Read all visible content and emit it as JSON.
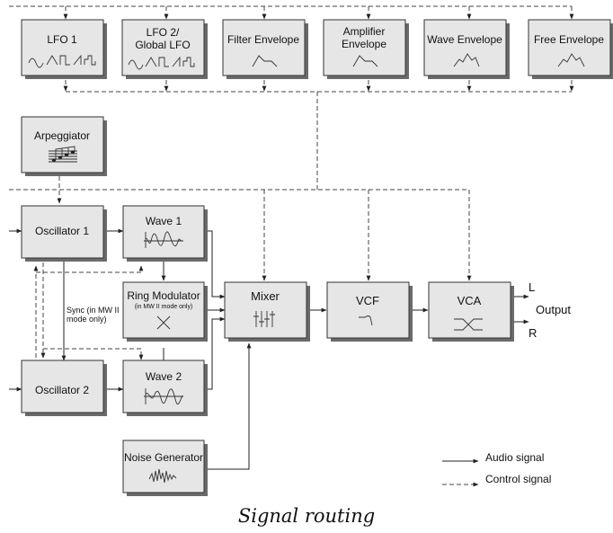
{
  "caption": "Signal routing",
  "modules": {
    "lfo1": "LFO 1",
    "lfo2_l1": "LFO 2/",
    "lfo2_l2": "Global LFO",
    "filter_env": "Filter Envelope",
    "amp_env_l1": "Amplifier",
    "amp_env_l2": "Envelope",
    "wave_env": "Wave Envelope",
    "free_env": "Free Envelope",
    "arpeggiator": "Arpeggiator",
    "osc1": "Oscillator 1",
    "osc2": "Oscillator 2",
    "wave1": "Wave 1",
    "wave2": "Wave 2",
    "ring_mod": "Ring Modulator",
    "ring_mod_note": "(in MW II mode only)",
    "mixer": "Mixer",
    "vcf": "VCF",
    "vca": "VCA",
    "noise": "Noise Generator"
  },
  "sync_note": [
    "Sync (in MW II",
    "mode only)"
  ],
  "output": {
    "left": "L",
    "label": "Output",
    "right": "R"
  },
  "legend": {
    "audio": "Audio signal",
    "control": "Control signal"
  }
}
